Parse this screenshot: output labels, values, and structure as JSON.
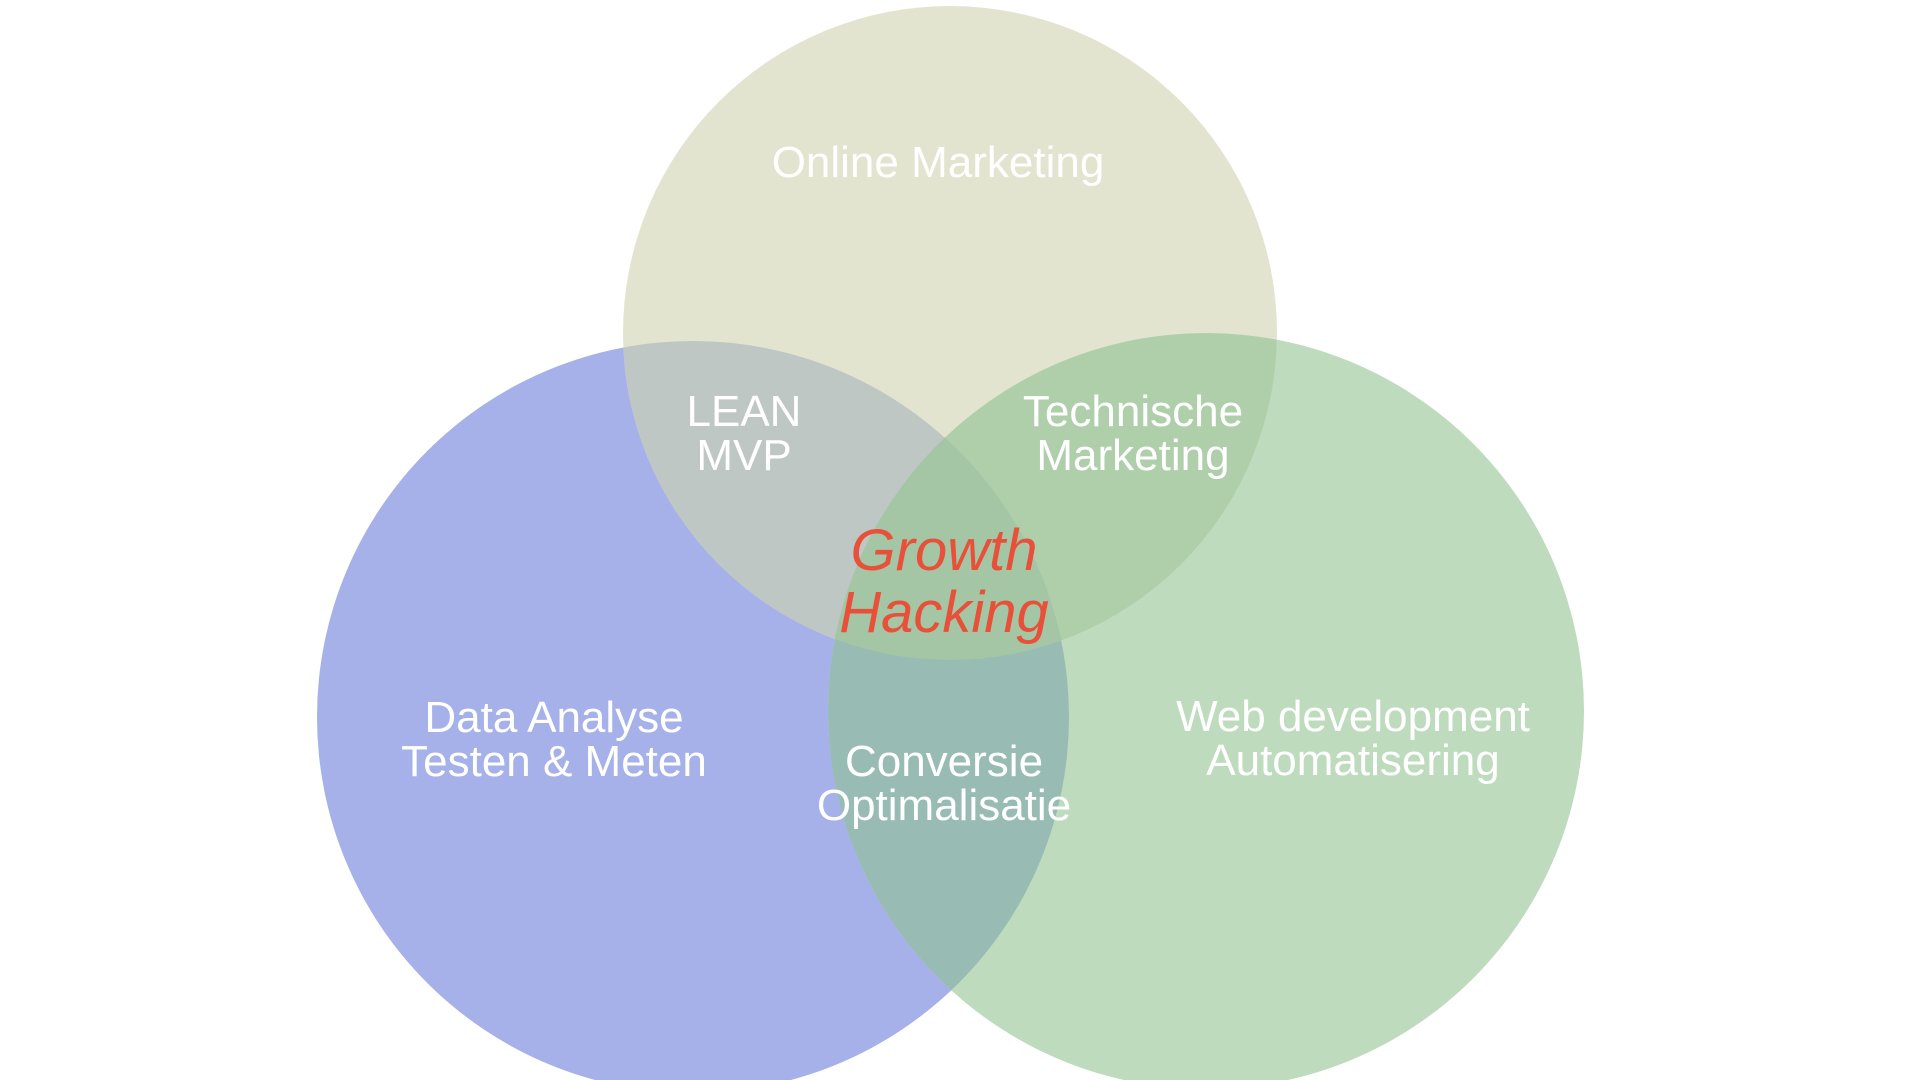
{
  "diagram": {
    "circles": {
      "top": {
        "color": "#e2e4cf"
      },
      "left": {
        "color": "#a5b1e8"
      },
      "right": {
        "color": "#bedcbd"
      }
    },
    "overlaps": {
      "top_left": {
        "color": "#bec7c3"
      },
      "top_right": {
        "color": "#afcfab"
      },
      "left_right": {
        "color": "#98bcb3"
      },
      "center": {
        "color": "#a4c6a4"
      }
    },
    "labels": {
      "top": "Online Marketing",
      "left_line1": "Data Analyse",
      "left_line2": "Testen & Meten",
      "right_line1": "Web development",
      "right_line2": "Automatisering",
      "top_left_line1": "LEAN",
      "top_left_line2": "MVP",
      "top_right_line1": "Technische",
      "top_right_line2": "Marketing",
      "left_right_line1": "Conversie",
      "left_right_line2": "Optimalisatie",
      "center_line1": "Growth",
      "center_line2": "Hacking"
    },
    "center_text_color": "#e8503a"
  }
}
